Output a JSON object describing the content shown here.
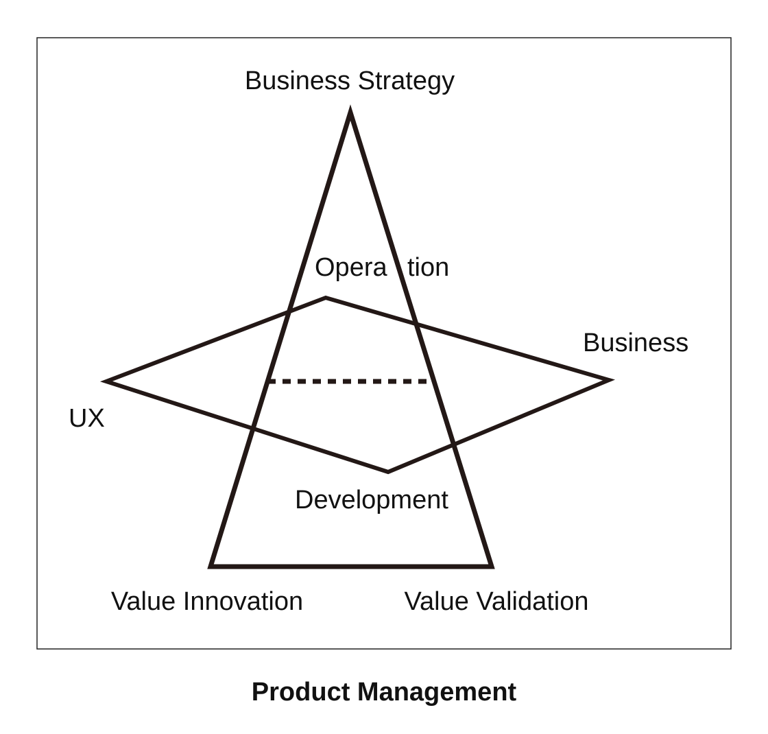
{
  "diagram": {
    "labels": {
      "business_strategy": "Business Strategy",
      "operation_part1": "Opera",
      "operation_part2": "tion",
      "business": "Business",
      "ux": "UX",
      "development": "Development",
      "value_innovation": "Value Innovation",
      "value_validation": "Value Validation"
    },
    "caption": "Product Management"
  },
  "colors": {
    "stroke": "#231816",
    "text": "#111111",
    "frame": "#222222"
  }
}
